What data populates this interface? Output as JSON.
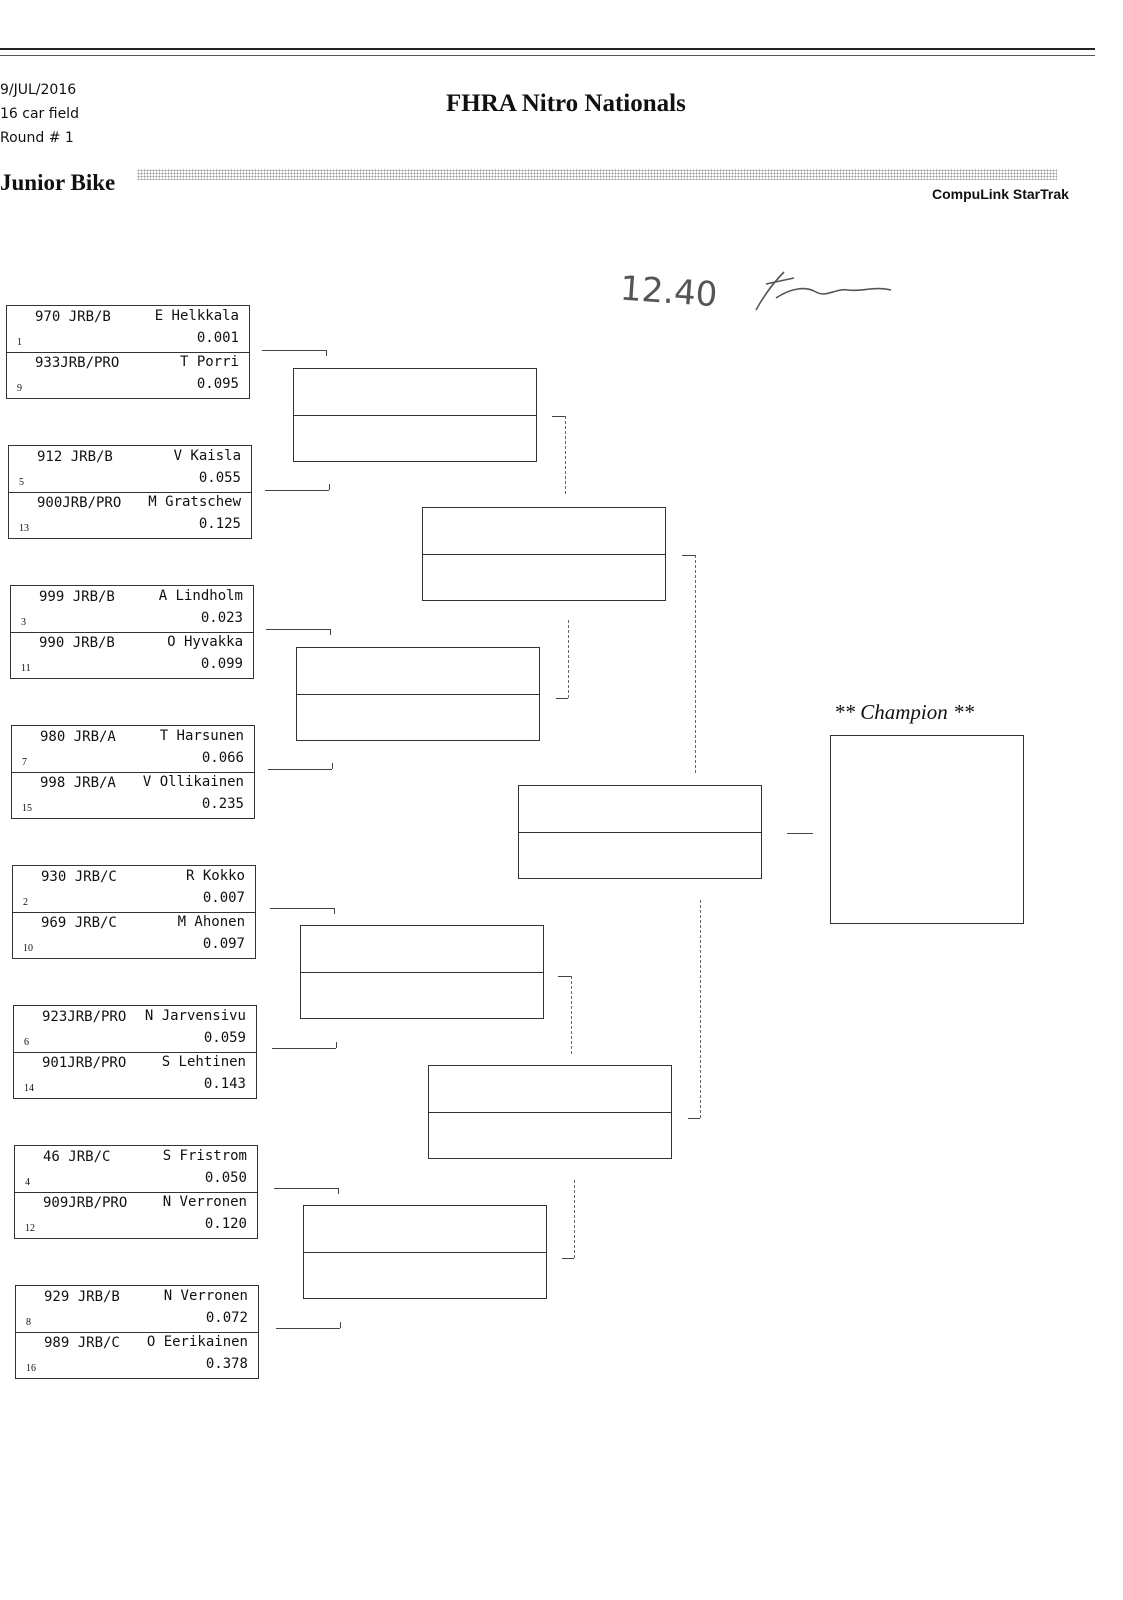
{
  "header": {
    "date": "9/JUL/2016",
    "field": "16 car field",
    "round": "Round # 1",
    "event_title": "FHRA Nitro Nationals",
    "class_title": "Junior Bike",
    "brand": "CompuLink StarTrak"
  },
  "pairs": [
    {
      "top": {
        "car": "970 JRB/B",
        "name": "E Helkkala",
        "reaction": "0.001",
        "seed": "1"
      },
      "bottom": {
        "car": "933JRB/PRO",
        "name": "T Porri",
        "reaction": "0.095",
        "seed": "9"
      }
    },
    {
      "top": {
        "car": "912 JRB/B",
        "name": "V Kaisla",
        "reaction": "0.055",
        "seed": "5"
      },
      "bottom": {
        "car": "900JRB/PRO",
        "name": "M Gratschew",
        "reaction": "0.125",
        "seed": "13"
      }
    },
    {
      "top": {
        "car": "999 JRB/B",
        "name": "A Lindholm",
        "reaction": "0.023",
        "seed": "3"
      },
      "bottom": {
        "car": "990 JRB/B",
        "name": "O Hyvakka",
        "reaction": "0.099",
        "seed": "11"
      }
    },
    {
      "top": {
        "car": "980 JRB/A",
        "name": "T Harsunen",
        "reaction": "0.066",
        "seed": "7"
      },
      "bottom": {
        "car": "998 JRB/A",
        "name": "V Ollikainen",
        "reaction": "0.235",
        "seed": "15"
      }
    },
    {
      "top": {
        "car": "930 JRB/C",
        "name": "R Kokko",
        "reaction": "0.007",
        "seed": "2"
      },
      "bottom": {
        "car": "969 JRB/C",
        "name": "M Ahonen",
        "reaction": "0.097",
        "seed": "10"
      }
    },
    {
      "top": {
        "car": "923JRB/PRO",
        "name": "N Jarvensivu",
        "reaction": "0.059",
        "seed": "6"
      },
      "bottom": {
        "car": "901JRB/PRO",
        "name": "S Lehtinen",
        "reaction": "0.143",
        "seed": "14"
      }
    },
    {
      "top": {
        "car": "46 JRB/C",
        "name": "S Fristrom",
        "reaction": "0.050",
        "seed": "4"
      },
      "bottom": {
        "car": "909JRB/PRO",
        "name": "N Verronen",
        "reaction": "0.120",
        "seed": "12"
      }
    },
    {
      "top": {
        "car": "929 JRB/B",
        "name": "N Verronen",
        "reaction": "0.072",
        "seed": "8"
      },
      "bottom": {
        "car": "989 JRB/C",
        "name": "O Eerikainen",
        "reaction": "0.378",
        "seed": "16"
      }
    }
  ],
  "champion_label": "** Champion **",
  "handwritten_note": "12.40"
}
